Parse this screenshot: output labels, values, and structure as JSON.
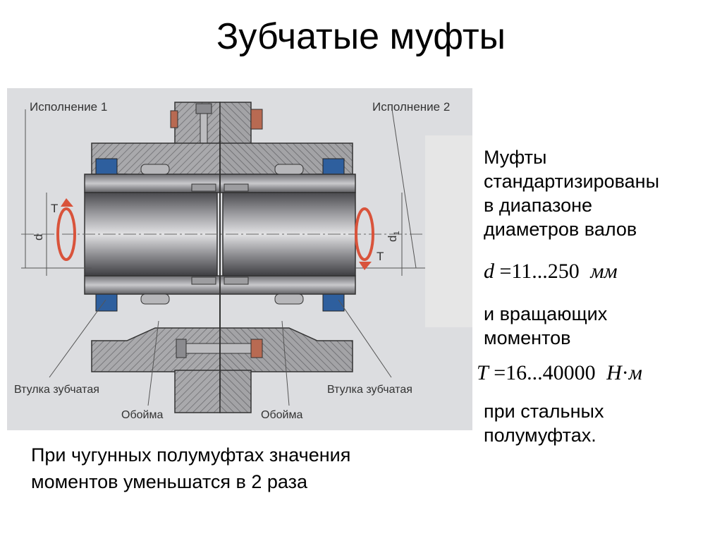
{
  "title": "Зубчатые муфты",
  "diagram": {
    "label_left_top": "Исполнение 1",
    "label_right_top": "Исполнение 2",
    "label_bottom_left_bushing": "Втулка зубчатая",
    "label_bottom_right_bushing": "Втулка зубчатая",
    "label_bottom_left_clip": "Обойма",
    "label_bottom_right_clip": "Обойма",
    "dim_left_d": "d",
    "dim_right_d": "d",
    "dim_right_d_sub": "1",
    "torque_left": "T",
    "torque_right": "T"
  },
  "right_text": {
    "p1": [
      "Муфты",
      "стандартизированы",
      "в диапазоне",
      "диаметров валов"
    ],
    "formula_d": {
      "var": "d",
      "op": "=",
      "range": "11...250",
      "unit": "мм"
    },
    "p2": [
      "и вращающих",
      "моментов"
    ],
    "formula_T": {
      "var": "T",
      "op": "=",
      "range": "16...40000",
      "unit_n": "Н",
      "dot": "·",
      "unit_m": "м"
    },
    "p3": [
      "при стальных",
      "полумуфтах."
    ]
  },
  "bottom_note": [
    "При чугунных полумуфтах значения",
    "моментов уменьшатся в 2 раза"
  ]
}
